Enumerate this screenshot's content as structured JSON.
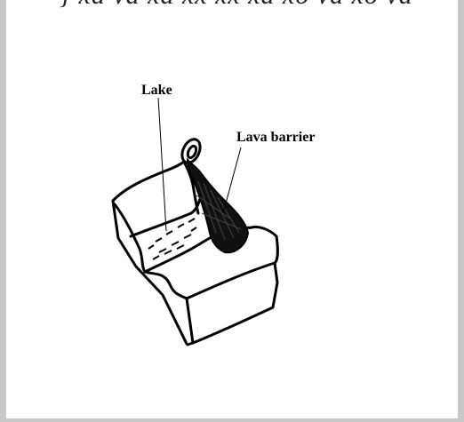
{
  "header": {
    "cropped_text": "} xa va xa xx xx xa xo va xo va"
  },
  "diagram": {
    "labels": {
      "lake": "Lake",
      "lava_barrier": "Lava barrier"
    }
  }
}
